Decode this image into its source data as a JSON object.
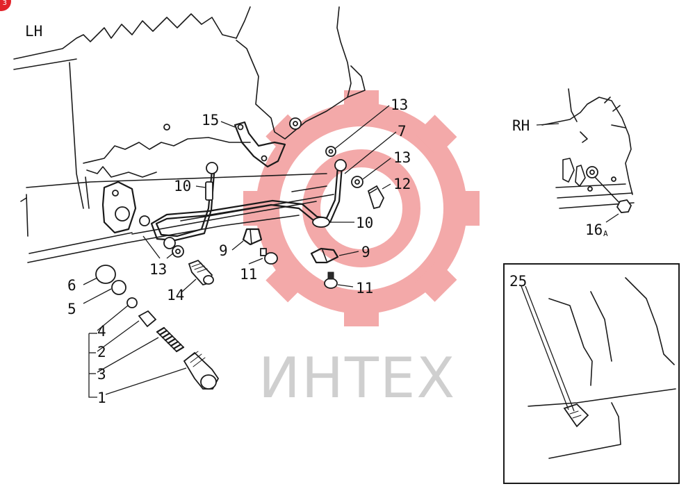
{
  "badge": {
    "text": "3",
    "color": "#e2242b"
  },
  "views": {
    "lh": "LH",
    "rh": "RH"
  },
  "watermark": {
    "text": "ИНТЕХ",
    "gear_color": "#f3a9a9",
    "text_color": "#cfcfcf"
  },
  "callouts": {
    "c1": "1",
    "c2": "2",
    "c3": "3",
    "c4": "4",
    "c5": "5",
    "c6": "6",
    "c7": "7",
    "c9a": "9",
    "c9b": "9",
    "c10a": "10",
    "c10b": "10",
    "c11a": "11",
    "c11b": "11",
    "c12": "12",
    "c13a": "13",
    "c13b": "13",
    "c13c": "13",
    "c14": "14",
    "c15": "15",
    "c16a": "16",
    "c16a_suffix": "A",
    "c25": "25"
  }
}
